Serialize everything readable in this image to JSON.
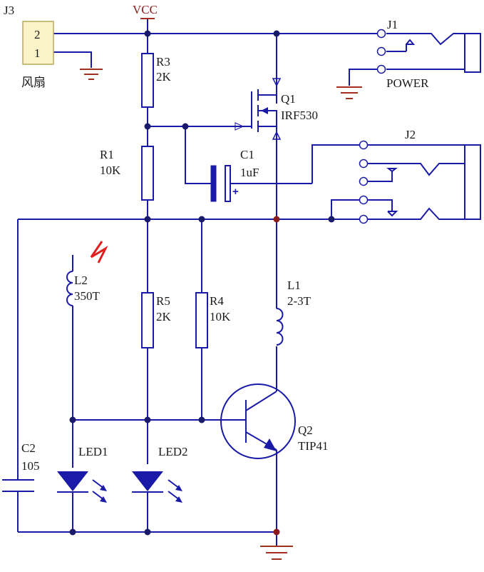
{
  "supply": {
    "label": "VCC"
  },
  "connectors": {
    "j3": {
      "ref": "J3",
      "pin2": "2",
      "pin1": "1",
      "desc": "风扇"
    },
    "j1": {
      "ref": "J1",
      "desc": "POWER"
    },
    "j2": {
      "ref": "J2"
    }
  },
  "resistors": {
    "r3": {
      "ref": "R3",
      "value": "2K"
    },
    "r1": {
      "ref": "R1",
      "value": "10K"
    },
    "r5": {
      "ref": "R5",
      "value": "2K"
    },
    "r4": {
      "ref": "R4",
      "value": "10K"
    }
  },
  "capacitors": {
    "c1": {
      "ref": "C1",
      "value": "1uF",
      "polarity": "+"
    },
    "c2": {
      "ref": "C2",
      "value": "105"
    }
  },
  "inductors": {
    "l2": {
      "ref": "L2",
      "value": "350T"
    },
    "l1": {
      "ref": "L1",
      "value": "2-3T"
    }
  },
  "transistors": {
    "q1": {
      "ref": "Q1",
      "part": "IRF530"
    },
    "q2": {
      "ref": "Q2",
      "part": "TIP41"
    }
  },
  "leds": {
    "led1": {
      "ref": "LED1"
    },
    "led2": {
      "ref": "LED2"
    }
  },
  "colors": {
    "wire": "#1a1aa8",
    "ground": "#a03020",
    "lightning": "#e02020",
    "connector_body": "#fbf3c8"
  }
}
